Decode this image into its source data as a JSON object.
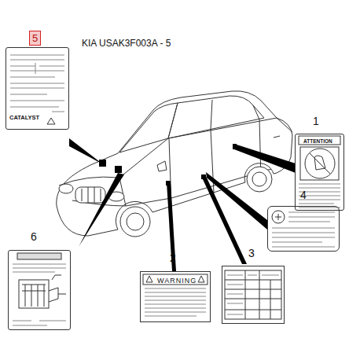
{
  "diagram": {
    "title": "KIA USAK3F003A - 5",
    "nodes": [
      {
        "text": [
          "5",
          "CATALYST"
        ]
      },
      {
        "text": [
          "1",
          "ATTENTION"
        ]
      },
      {
        "text": [
          "4"
        ]
      },
      {
        "text": [
          "6"
        ]
      },
      {
        "text": [
          "2",
          "WARNING"
        ]
      },
      {
        "text": [
          "3"
        ]
      }
    ]
  }
}
